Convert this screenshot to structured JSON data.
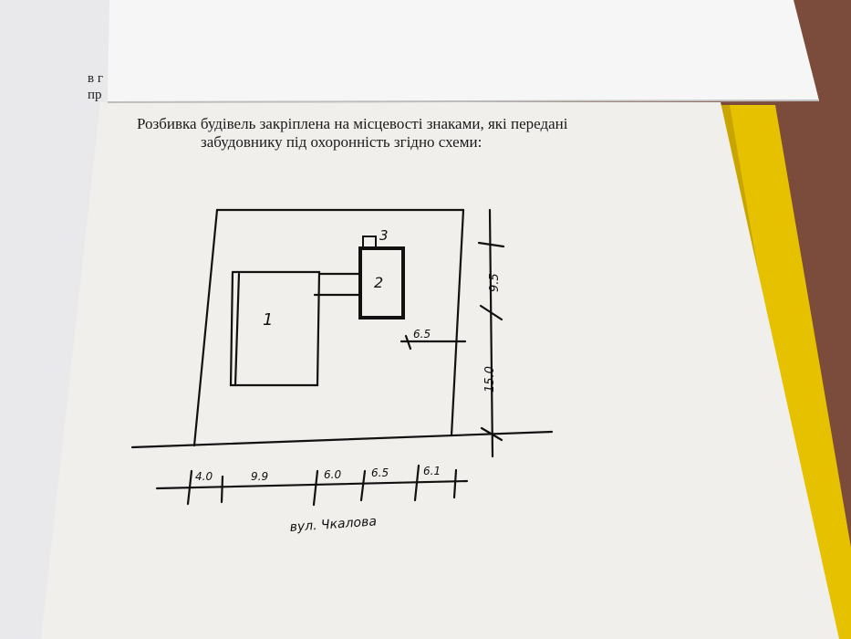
{
  "document": {
    "caption_line1": "Розбивка будівель закріплена на місцевості знаками, які передані",
    "caption_line2": "забудовнику під охоронність згідно схеми:",
    "edge_text": [
      "в г",
      "пр"
    ]
  },
  "sketch": {
    "building_labels": [
      "1",
      "2",
      "3"
    ],
    "right_dims": [
      "9.5",
      "15.0"
    ],
    "offset_dim": "6.5",
    "bottom_dims": [
      "4.0",
      "9.9",
      "6.0",
      "6.5",
      "6.1"
    ],
    "street_label": "вул. Чкалова"
  },
  "colors": {
    "background": "#7a4a3a",
    "paper": "#f1f0ed",
    "folder": "#e7c300",
    "ink": "#111111"
  }
}
